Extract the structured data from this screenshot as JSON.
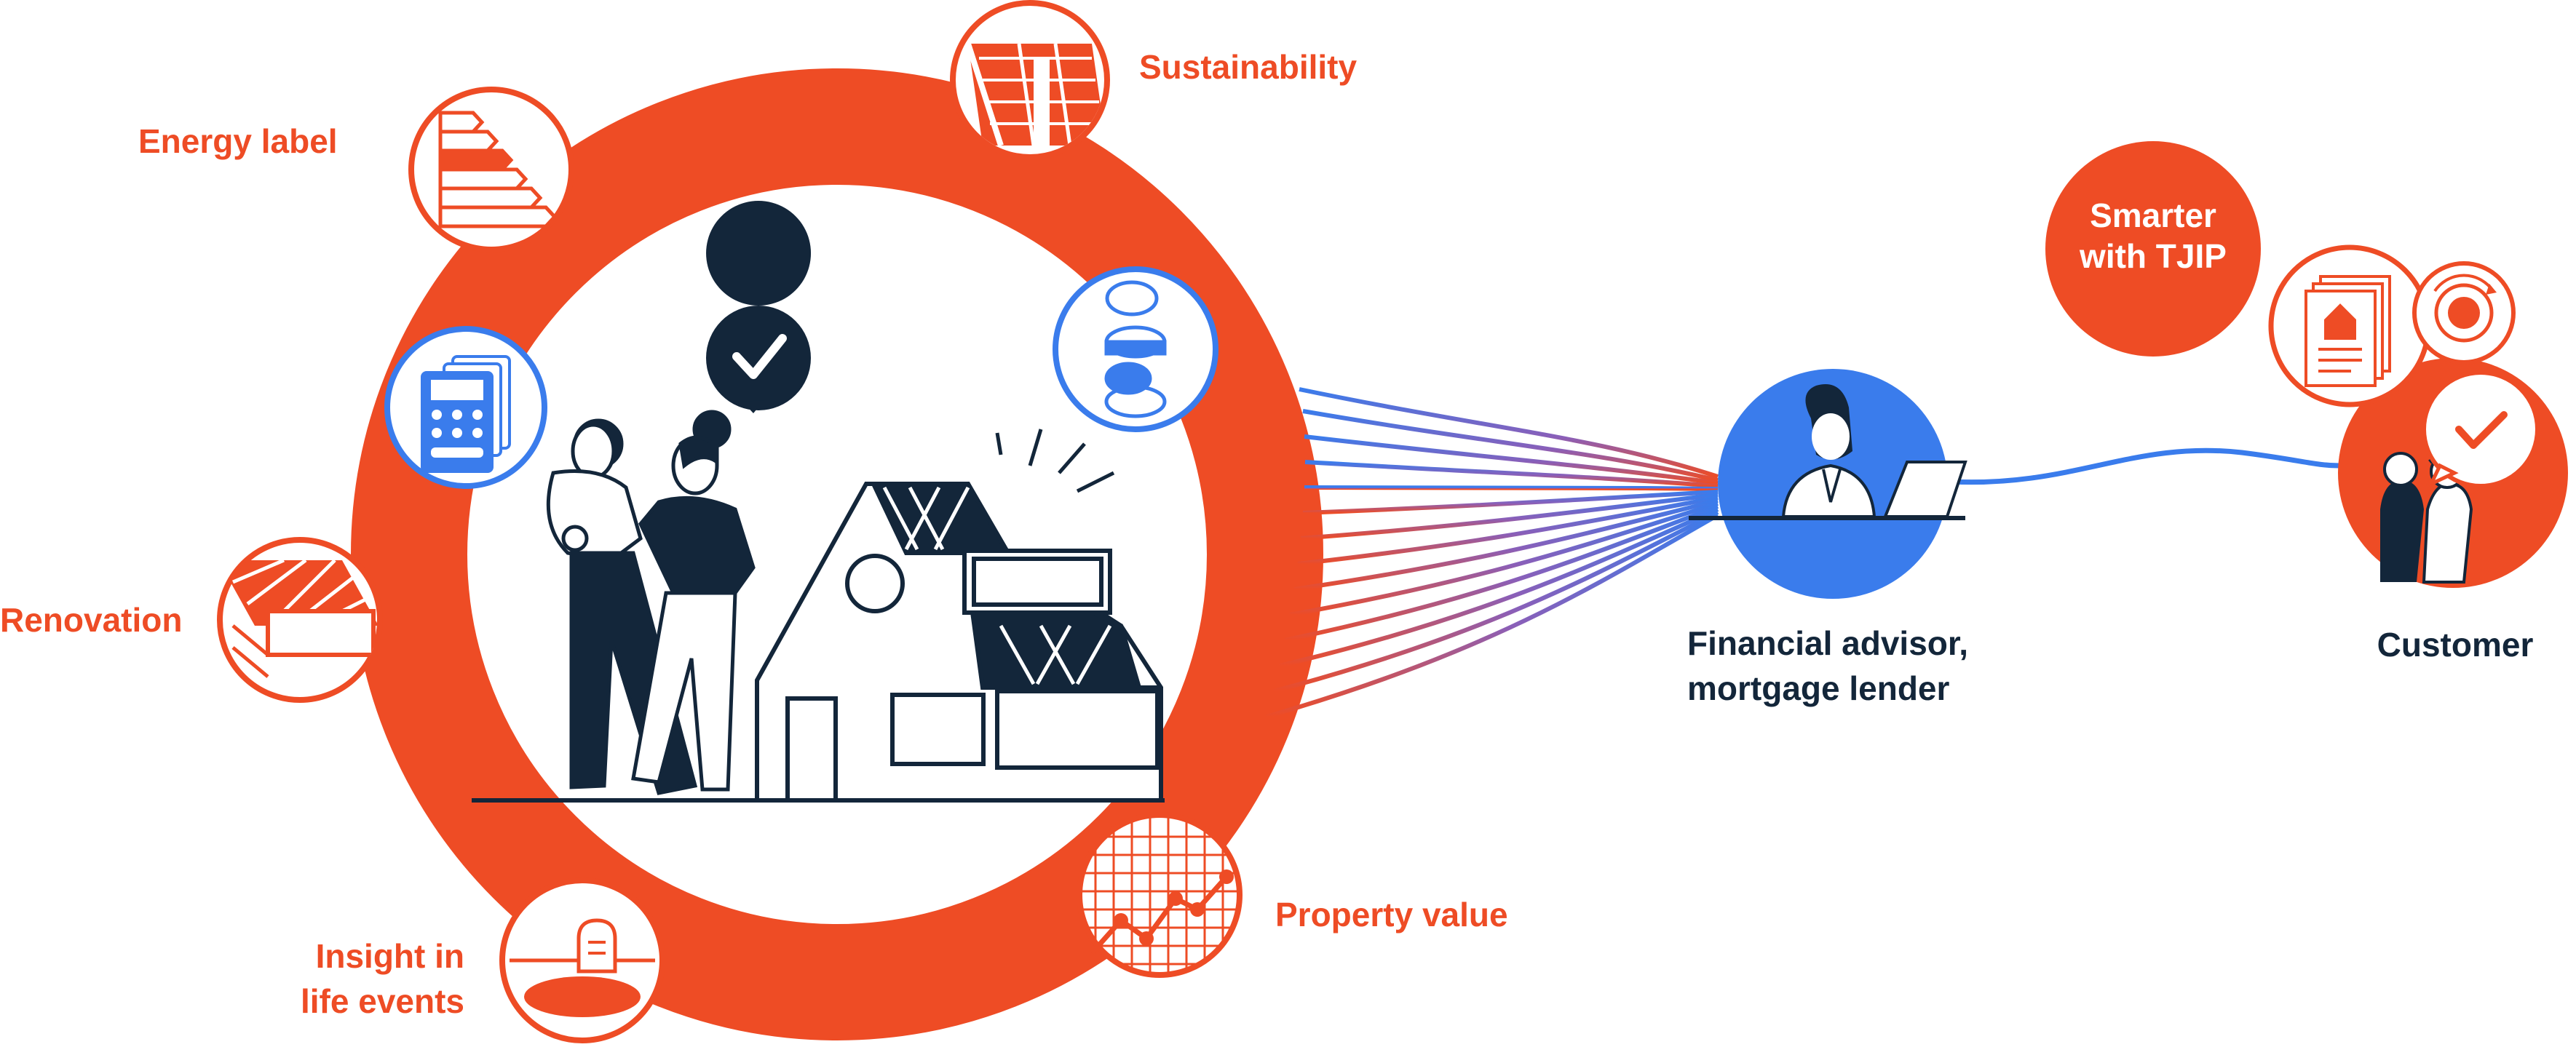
{
  "labels": {
    "sustainability": "Sustainability",
    "energy_label": "Energy label",
    "renovation": "Renovation",
    "insight_line1": "Insight in",
    "insight_line2": "life events",
    "property_value": "Property value",
    "advisor_line1": "Financial advisor,",
    "advisor_line2": "mortgage lender",
    "customer": "Customer",
    "smarter_line1": "Smarter",
    "smarter_line2": "with TJIP"
  },
  "icons": {
    "energy_label": "energy-label-icon",
    "sustainability": "solar-panel-icon",
    "calculator": "calculator-icon",
    "coins": "coins-icon",
    "renovation": "renovation-icon",
    "life_events": "gravestone-icon",
    "property_value": "value-graph-icon",
    "documents": "house-documents-icon",
    "globe": "globe-refresh-icon",
    "check": "checkmark-bubble-icon"
  },
  "colors": {
    "orange": "#EE4C25",
    "blue": "#3A7CEC",
    "navy": "#13263A",
    "white": "#FFFFFF"
  }
}
